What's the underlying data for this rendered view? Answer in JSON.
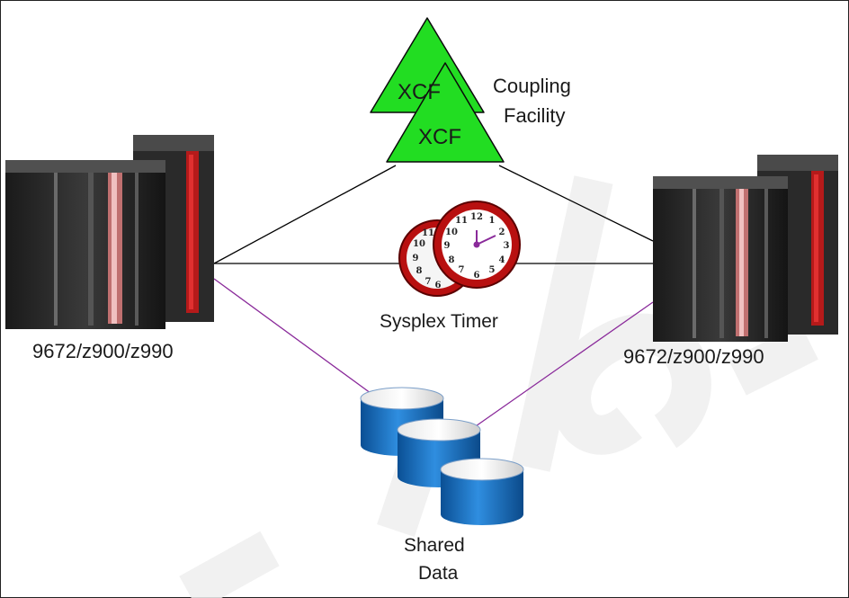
{
  "nodes": {
    "coupling_facility": {
      "name_line1": "Coupling",
      "name_line2": "Facility",
      "structures": [
        "XCF",
        "XCF"
      ]
    },
    "sysplex_timer": {
      "label": "Sysplex Timer"
    },
    "server_left": {
      "label": "9672/z900/z990"
    },
    "server_right": {
      "label": "9672/z900/z990"
    },
    "shared_data": {
      "label_line1": "Shared",
      "label_line2": "Data"
    }
  },
  "colors": {
    "cf_fill": "#22dd22",
    "clock_rim": "#b81010",
    "disk_blue": "#1f77c7",
    "link_black": "#000000",
    "link_purple": "#8a2a9a",
    "watermark": "#eeeeee"
  }
}
